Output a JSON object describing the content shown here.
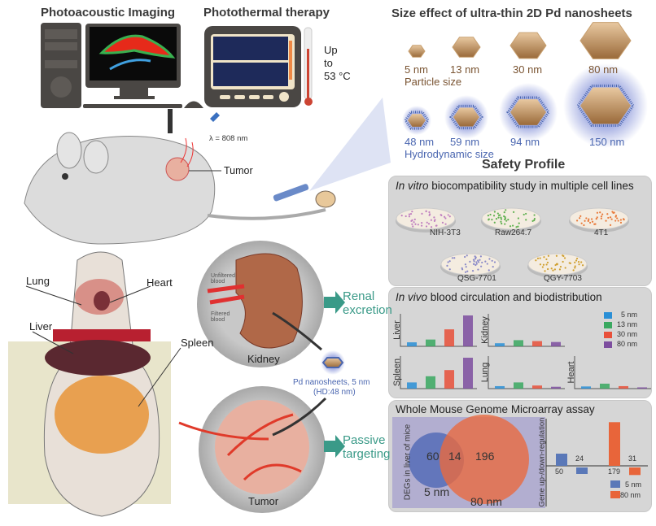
{
  "top": {
    "photoacoustic_title": "Photoacoustic Imaging",
    "photothermal_title": "Photothermal therapy",
    "temperature_text": [
      "Up",
      "to",
      "53 °C"
    ],
    "laser_label": "λ = 808 nm",
    "tumor_label": "Tumor"
  },
  "size_effect": {
    "title": "Size effect of ultra-thin 2D Pd nanosheets",
    "particle_sizes": [
      "5 nm",
      "13 nm",
      "30 nm",
      "80 nm"
    ],
    "particle_caption": "Particle size",
    "hydrodynamic_sizes": [
      "48 nm",
      "59 nm",
      "94 nm",
      "150 nm"
    ],
    "hydrodynamic_caption": "Hydrodynamic size",
    "colors": {
      "particle": "#b08050",
      "hydro": "#4a66b0"
    }
  },
  "safety": {
    "title": "Safety Profile",
    "in_vitro": {
      "title_italic": "In vitro",
      "title_rest": " biocompatibility study in multiple cell lines",
      "cell_lines": [
        "NIH-3T3",
        "Raw264.7",
        "4T1",
        "QSG-7701",
        "QGY-7703"
      ],
      "dish_colors": [
        "#c080c0",
        "#60b050",
        "#e87a3a",
        "#8a8ac8",
        "#d0a030"
      ]
    },
    "in_vivo": {
      "title_italic": "In vivo",
      "title_rest": " blood circulation and biodistribution",
      "legend": [
        "5 nm",
        "13 nm",
        "30 nm",
        "80 nm"
      ],
      "colors": [
        "#2a8fd6",
        "#3aa860",
        "#e8503a",
        "#7d4e9f"
      ],
      "organs": [
        {
          "name": "Liver",
          "relative_values": [
            0.13,
            0.22,
            0.55,
            1.0
          ]
        },
        {
          "name": "Kidney",
          "relative_values": [
            0.1,
            0.2,
            0.17,
            0.14
          ]
        },
        {
          "name": "Spleen",
          "relative_values": [
            0.2,
            0.4,
            0.6,
            1.0
          ]
        },
        {
          "name": "Lung",
          "relative_values": [
            0.08,
            0.2,
            0.1,
            0.06
          ]
        },
        {
          "name": "Heart",
          "relative_values": [
            0.07,
            0.16,
            0.08,
            0.04
          ]
        }
      ]
    },
    "microarray": {
      "title": "Whole Mouse Genome Microarray assay",
      "venn_axis": "DEGs in liver of mice",
      "venn": {
        "only_5nm": "60",
        "shared": "14",
        "only_80nm": "196",
        "label_5nm": "5 nm",
        "label_80nm": "80 nm"
      },
      "bar_axis": "Gene up-/down-regulation",
      "regulation": [
        {
          "size": "5 nm",
          "up": 50,
          "down": 24
        },
        {
          "size": "80 nm",
          "up": 179,
          "down": 31
        }
      ],
      "legend": [
        "5 nm",
        "80 nm"
      ],
      "colors": [
        "#5a78b8",
        "#e8653a"
      ]
    }
  },
  "anatomy": {
    "organs": [
      "Lung",
      "Heart",
      "Liver",
      "Spleen"
    ],
    "kidney_labels": {
      "unfiltered": "Unfiltered blood",
      "filtered": "Filtered blood",
      "kidney": "Kidney"
    },
    "tumor_label": "Tumor",
    "renal": "Renal excretion",
    "passive": "Passive targeting",
    "nanosheet_label": "Pd nanosheets, 5 nm",
    "nanosheet_hd": "(HD:48 nm)"
  }
}
